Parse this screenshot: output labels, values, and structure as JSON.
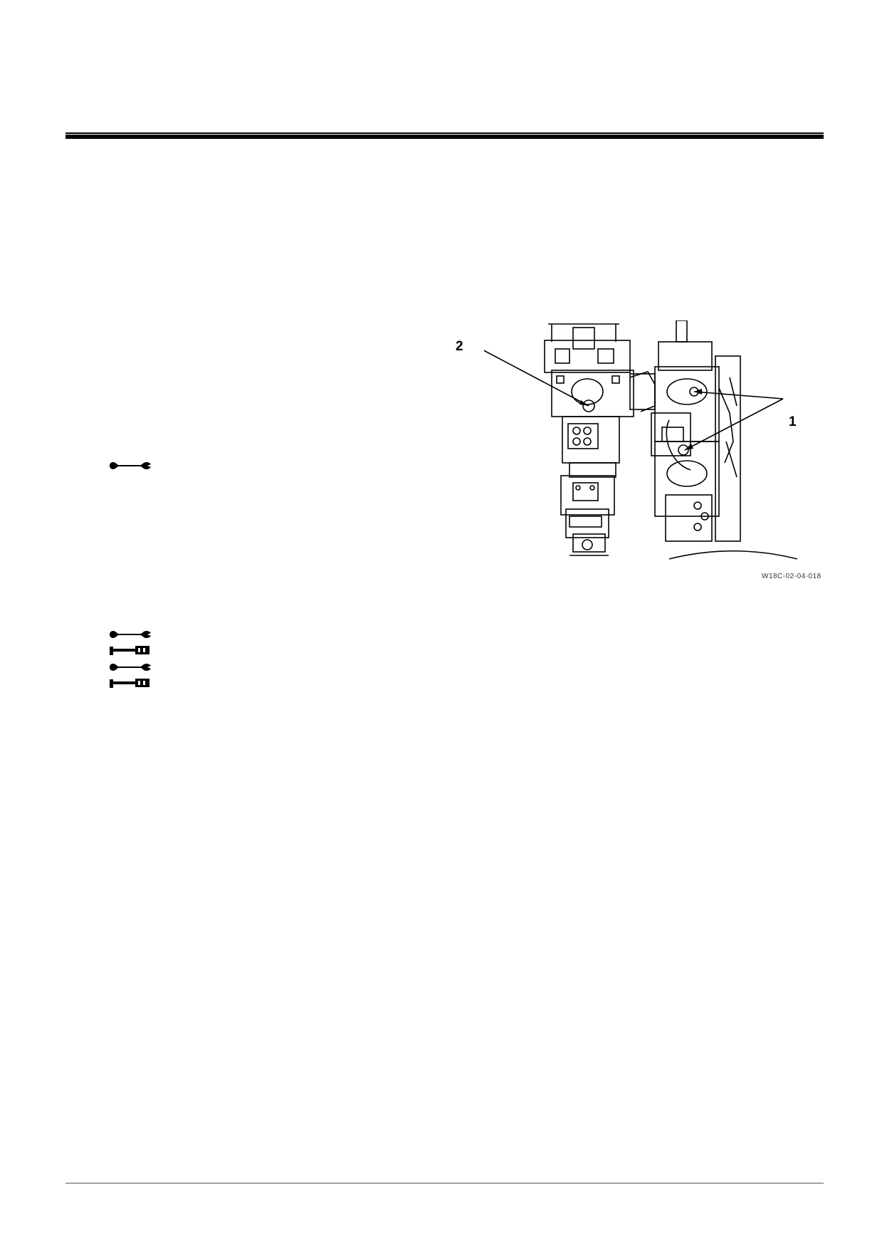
{
  "figure": {
    "callouts": [
      "2",
      "1"
    ],
    "code": "W18C-02-04-018"
  },
  "icons": {
    "wrench": "wrench-icon",
    "torque_wrench": "torque-wrench-icon"
  }
}
